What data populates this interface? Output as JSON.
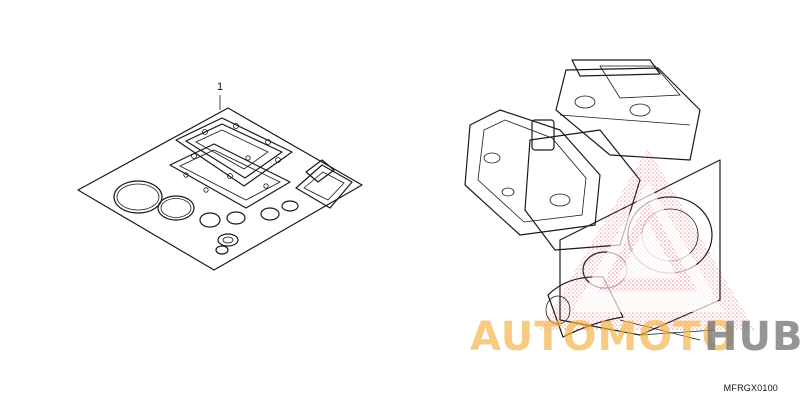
{
  "diagram": {
    "callout_number": "1",
    "diagram_code": "MFRGX0100"
  },
  "watermark": {
    "brand_part1": "AUTOMOTO",
    "brand_part2": "HUB",
    "colors": {
      "brand_orange": "#f5b347",
      "brand_red": "#e33a3a",
      "brand_gray": "#6b6b6b"
    }
  }
}
